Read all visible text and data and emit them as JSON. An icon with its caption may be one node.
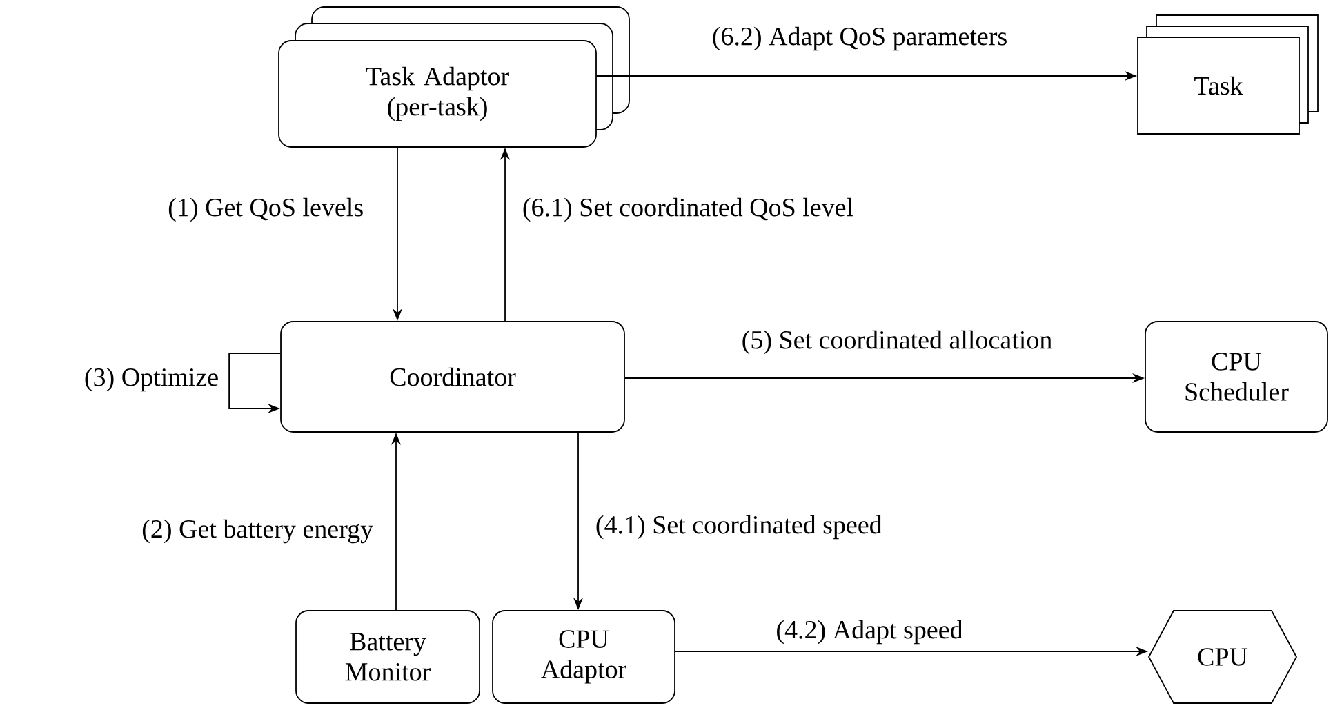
{
  "diagram": {
    "nodes": [
      {
        "text": [
          "Task Adaptor (per-task)"
        ]
      },
      {
        "text": [
          "Task"
        ]
      },
      {
        "text": [
          "Coordinator"
        ]
      },
      {
        "text": [
          "CPU Scheduler"
        ]
      },
      {
        "text": [
          "Battery Monitor"
        ]
      },
      {
        "text": [
          "CPU Adaptor"
        ]
      },
      {
        "text": [
          "CPU"
        ]
      }
    ],
    "edges": [
      {
        "from": 0,
        "to": 2,
        "arrow": "to",
        "label": "(1) Get QoS levels"
      },
      {
        "from": 2,
        "to": 0,
        "arrow": "to",
        "label": "(6.1) Set coordinated QoS level"
      },
      {
        "from": 0,
        "to": 1,
        "arrow": "to",
        "label": "(6.2) Adapt QoS parameters"
      },
      {
        "from": 2,
        "to": 2,
        "arrow": "to",
        "label": "(3) Optimize"
      },
      {
        "from": 2,
        "to": 3,
        "arrow": "to",
        "label": "(5) Set coordinated allocation"
      },
      {
        "from": 4,
        "to": 2,
        "arrow": "to",
        "label": "(2) Get battery energy"
      },
      {
        "from": 2,
        "to": 5,
        "arrow": "to",
        "label": "(4.1) Set coordinated speed"
      },
      {
        "from": 5,
        "to": 6,
        "arrow": "to",
        "label": "(4.2) Adapt speed"
      }
    ]
  }
}
